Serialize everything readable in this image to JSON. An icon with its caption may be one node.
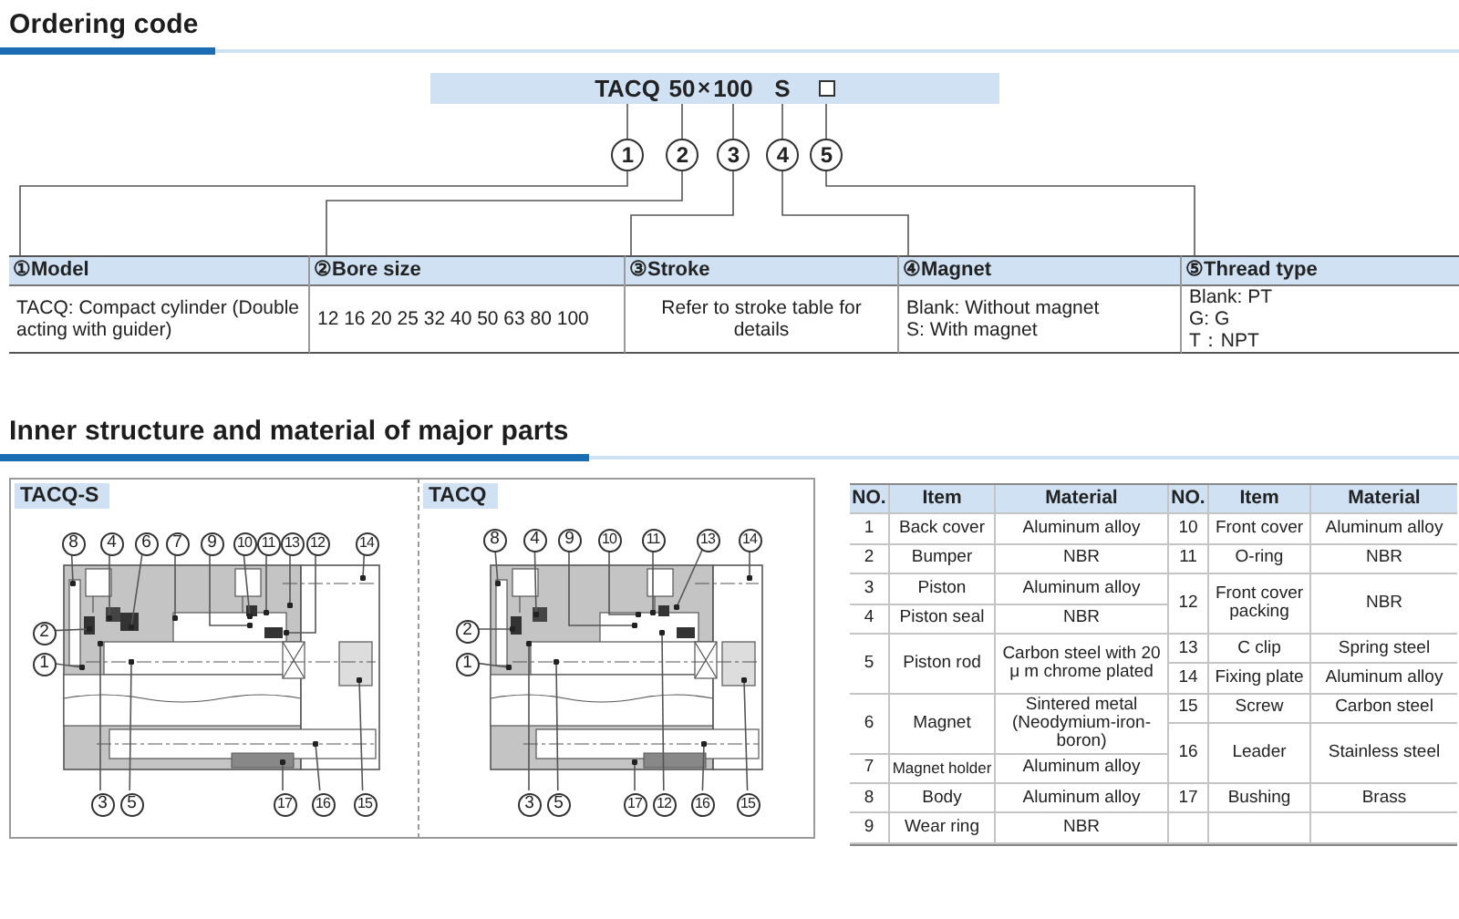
{
  "diagram": {
    "title": "Ordering code",
    "nodes": [
      {
        "text": [],
        "shape": "bar"
      },
      {
        "text": [
          "TACQ"
        ],
        "in": 0
      },
      {
        "text": [
          "50"
        ],
        "in": 0
      },
      {
        "text": [
          "100"
        ],
        "in": 0
      },
      {
        "text": [
          "S"
        ],
        "in": 0
      },
      {
        "text": [],
        "shape": "box",
        "in": 0
      },
      {
        "text": [
          "1"
        ]
      },
      {
        "text": [
          "2"
        ]
      },
      {
        "text": [
          "3"
        ]
      },
      {
        "text": [
          "4"
        ]
      },
      {
        "text": [
          "5"
        ]
      },
      {
        "text": [
          "①Model",
          "TACQ: Compact cylinder (Double acting with guider)"
        ]
      },
      {
        "text": [
          "②Bore size",
          "12 16 20 25 32 40 50 63 80 100"
        ]
      },
      {
        "text": [
          "③Stroke",
          "Refer to stroke table for details"
        ]
      },
      {
        "text": [
          "④Magnet",
          "Blank: Without magnet",
          "S: With magnet"
        ]
      },
      {
        "text": [
          "⑤Thread type",
          "Blank: PT",
          "G: G",
          "T：NPT"
        ]
      },
      {
        "text": [
          "TACQ-S"
        ]
      },
      {
        "text": [
          "8"
        ],
        "in": 16
      },
      {
        "text": [
          "4"
        ],
        "in": 16
      },
      {
        "text": [
          "6"
        ],
        "in": 16
      },
      {
        "text": [
          "7"
        ],
        "in": 16
      },
      {
        "text": [
          "9"
        ],
        "in": 16
      },
      {
        "text": [
          "10"
        ],
        "in": 16
      },
      {
        "text": [
          "11"
        ],
        "in": 16
      },
      {
        "text": [
          "13"
        ],
        "in": 16
      },
      {
        "text": [
          "12"
        ],
        "in": 16
      },
      {
        "text": [
          "14"
        ],
        "in": 16
      },
      {
        "text": [
          "2"
        ],
        "in": 16
      },
      {
        "text": [
          "1"
        ],
        "in": 16
      },
      {
        "text": [
          "3"
        ],
        "in": 16
      },
      {
        "text": [
          "5"
        ],
        "in": 16
      },
      {
        "text": [
          "17"
        ],
        "in": 16
      },
      {
        "text": [
          "16"
        ],
        "in": 16
      },
      {
        "text": [
          "15"
        ],
        "in": 16
      },
      {
        "text": [
          "TACQ"
        ]
      },
      {
        "text": [
          "8"
        ],
        "in": 34
      },
      {
        "text": [
          "4"
        ],
        "in": 34
      },
      {
        "text": [
          "9"
        ],
        "in": 34
      },
      {
        "text": [
          "10"
        ],
        "in": 34
      },
      {
        "text": [
          "11"
        ],
        "in": 34
      },
      {
        "text": [
          "13"
        ],
        "in": 34
      },
      {
        "text": [
          "14"
        ],
        "in": 34
      },
      {
        "text": [
          "2"
        ],
        "in": 34
      },
      {
        "text": [
          "1"
        ],
        "in": 34
      },
      {
        "text": [
          "3"
        ],
        "in": 34
      },
      {
        "text": [
          "5"
        ],
        "in": 34
      },
      {
        "text": [
          "17"
        ],
        "in": 34
      },
      {
        "text": [
          "12"
        ],
        "in": 34
      },
      {
        "text": [
          "16"
        ],
        "in": 34
      },
      {
        "text": [
          "15"
        ],
        "in": 34
      }
    ],
    "edges": [
      {
        "from": 1,
        "to": 6,
        "arrow": "none"
      },
      {
        "from": 2,
        "to": 7,
        "arrow": "none"
      },
      {
        "from": 3,
        "to": 8,
        "arrow": "none"
      },
      {
        "from": 4,
        "to": 9,
        "arrow": "none"
      },
      {
        "from": 5,
        "to": 10,
        "arrow": "none"
      },
      {
        "from": 6,
        "to": 11,
        "arrow": "none"
      },
      {
        "from": 7,
        "to": 12,
        "arrow": "none"
      },
      {
        "from": 8,
        "to": 13,
        "arrow": "none"
      },
      {
        "from": 9,
        "to": 14,
        "arrow": "none"
      },
      {
        "from": 10,
        "to": 15,
        "arrow": "none"
      },
      {
        "from": 17,
        "to": null,
        "arrow": "other"
      },
      {
        "from": 18,
        "to": null,
        "arrow": "other"
      },
      {
        "from": 19,
        "to": null,
        "arrow": "other"
      },
      {
        "from": 20,
        "to": null,
        "arrow": "other"
      },
      {
        "from": 21,
        "to": null,
        "arrow": "other"
      },
      {
        "from": 22,
        "to": null,
        "arrow": "other"
      },
      {
        "from": 23,
        "to": null,
        "arrow": "other"
      },
      {
        "from": 24,
        "to": null,
        "arrow": "other"
      },
      {
        "from": 25,
        "to": null,
        "arrow": "other"
      },
      {
        "from": 26,
        "to": null,
        "arrow": "other"
      },
      {
        "from": 27,
        "to": null,
        "arrow": "other"
      },
      {
        "from": 28,
        "to": null,
        "arrow": "other"
      },
      {
        "from": 29,
        "to": null,
        "arrow": "other"
      },
      {
        "from": 30,
        "to": null,
        "arrow": "other"
      },
      {
        "from": 31,
        "to": null,
        "arrow": "other"
      },
      {
        "from": 32,
        "to": null,
        "arrow": "other"
      },
      {
        "from": 33,
        "to": null,
        "arrow": "other"
      },
      {
        "from": 35,
        "to": null,
        "arrow": "other"
      },
      {
        "from": 36,
        "to": null,
        "arrow": "other"
      },
      {
        "from": 37,
        "to": null,
        "arrow": "other"
      },
      {
        "from": 38,
        "to": null,
        "arrow": "other"
      },
      {
        "from": 39,
        "to": null,
        "arrow": "other"
      },
      {
        "from": 40,
        "to": null,
        "arrow": "other"
      },
      {
        "from": 41,
        "to": null,
        "arrow": "other"
      },
      {
        "from": 42,
        "to": null,
        "arrow": "other"
      },
      {
        "from": 43,
        "to": null,
        "arrow": "other"
      },
      {
        "from": 44,
        "to": null,
        "arrow": "other"
      },
      {
        "from": 45,
        "to": null,
        "arrow": "other"
      },
      {
        "from": 46,
        "to": null,
        "arrow": "other"
      },
      {
        "from": 47,
        "to": null,
        "arrow": "other"
      },
      {
        "from": 48,
        "to": null,
        "arrow": "other"
      },
      {
        "from": 49,
        "to": null,
        "arrow": "other"
      }
    ],
    "labels": [
      "×",
      "Inner structure and material of major parts",
      "NO.",
      "Item",
      "Material",
      "NO.",
      "Item",
      "Material",
      "1",
      "Back cover",
      "Aluminum alloy",
      "10",
      "Front cover",
      "Aluminum alloy",
      "2",
      "Bumper",
      "NBR",
      "11",
      "O-ring",
      "NBR",
      "3",
      "Piston",
      "Aluminum alloy",
      "12",
      "Front cover packing",
      "NBR",
      "4",
      "Piston seal",
      "NBR",
      "5",
      "Piston rod",
      "Carbon steel with 20 μ m chrome plated",
      "13",
      "C clip",
      "Spring steel",
      "14",
      "Fixing plate",
      "Aluminum alloy",
      "6",
      "Magnet",
      "Sintered metal (Neodymium-iron-boron)",
      "15",
      "Screw",
      "Carbon steel",
      "16",
      "Leader",
      "Stainless steel",
      "7",
      "Magnet holder",
      "Aluminum alloy",
      "8",
      "Body",
      "Aluminum alloy",
      "17",
      "Bushing",
      "Brass",
      "9",
      "Wear ring",
      "NBR"
    ]
  }
}
